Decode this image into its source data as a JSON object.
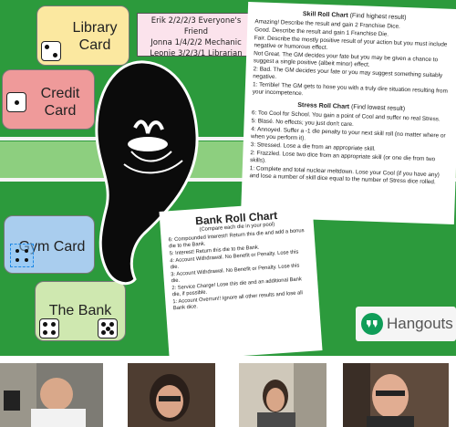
{
  "board": {
    "cards": {
      "library": "Library\nCard",
      "credit": "Credit\nCard",
      "gym": "Gym Card",
      "bank": "The Bank"
    },
    "names": [
      "Erik 2/2/2/3 Everyone's Friend",
      "Jonna 1/4/2/2 Mechanic",
      "Leonie 3/2/3/1 Librarian"
    ]
  },
  "skill_chart": {
    "title": "Skill Roll Chart",
    "title_note": "(Find highest result)",
    "items": [
      "Amazing! Describe the result and gain 2 Franchise Dice.",
      "Good. Describe the result and gain 1 Franchise Die.",
      "Fair. Describe the mostly positive result of your action but you must include negative or humorous effect.",
      "Not Great. The GM decides your fate but you may be given a chance to suggest a single positive (albeit minor) effect.",
      "2: Bad. The GM decides your fate or you may suggest something suitably negative.",
      "1: Terrible! The GM gets to hose you with a truly dire situation resulting from your incompetence."
    ]
  },
  "stress_chart": {
    "title": "Stress Roll Chart",
    "title_note": "(Find lowest result)",
    "items": [
      "6: Too Cool for School. You gain a point of Cool and suffer no real Stress.",
      "5: Blasé. No effects; you just don't care.",
      "4: Annoyed. Suffer a -1 die penalty to your next skill roll (no matter where or when you perform it).",
      "3: Stressed. Lose a die from an appropriate skill.",
      "2: Frazzled. Lose two dice from an appropriate skill (or one die from two skills).",
      "1: Complete and total nuclear meltdown. Lose your Cool (if you have any) and lose a number of skill dice equal to the number of Stress dice rolled."
    ]
  },
  "bank_chart": {
    "title": "Bank Roll Chart",
    "subtitle": "(Compare each die in your pool)",
    "items": [
      "6: Compounded Interest!! Return this die and add a bonus die to the Bank.",
      "5: Interest! Return this die to the Bank.",
      "4: Account Withdrawal. No Benefit or Penalty. Lose this die.",
      "3: Account Withdrawal. No Benefit or Penalty. Lose this die.",
      "2: Service Charge! Lose this die and an additional Bank die, if possible.",
      "1: Account Overrun!! Ignore all other results and lose all Bank dice."
    ]
  },
  "hangouts": {
    "label": "Hangouts",
    "icon": "hangouts-quote-icon",
    "color": "#0f9d58"
  },
  "participants": [
    {
      "name": "participant-1",
      "bg": "#6b6a66"
    },
    {
      "name": "participant-2",
      "bg": "#4a3a2f"
    },
    {
      "name": "participant-3",
      "bg": "#b8b0a2"
    },
    {
      "name": "participant-4",
      "bg": "#5c4a3c"
    }
  ],
  "colors": {
    "board_green": "#2c9a3c",
    "band_light": "#8dcf7f",
    "library_card": "#fbe8a0",
    "credit_card": "#ef9a9a",
    "gym_card": "#a9cdee",
    "bank_card": "#cfe8b0"
  }
}
